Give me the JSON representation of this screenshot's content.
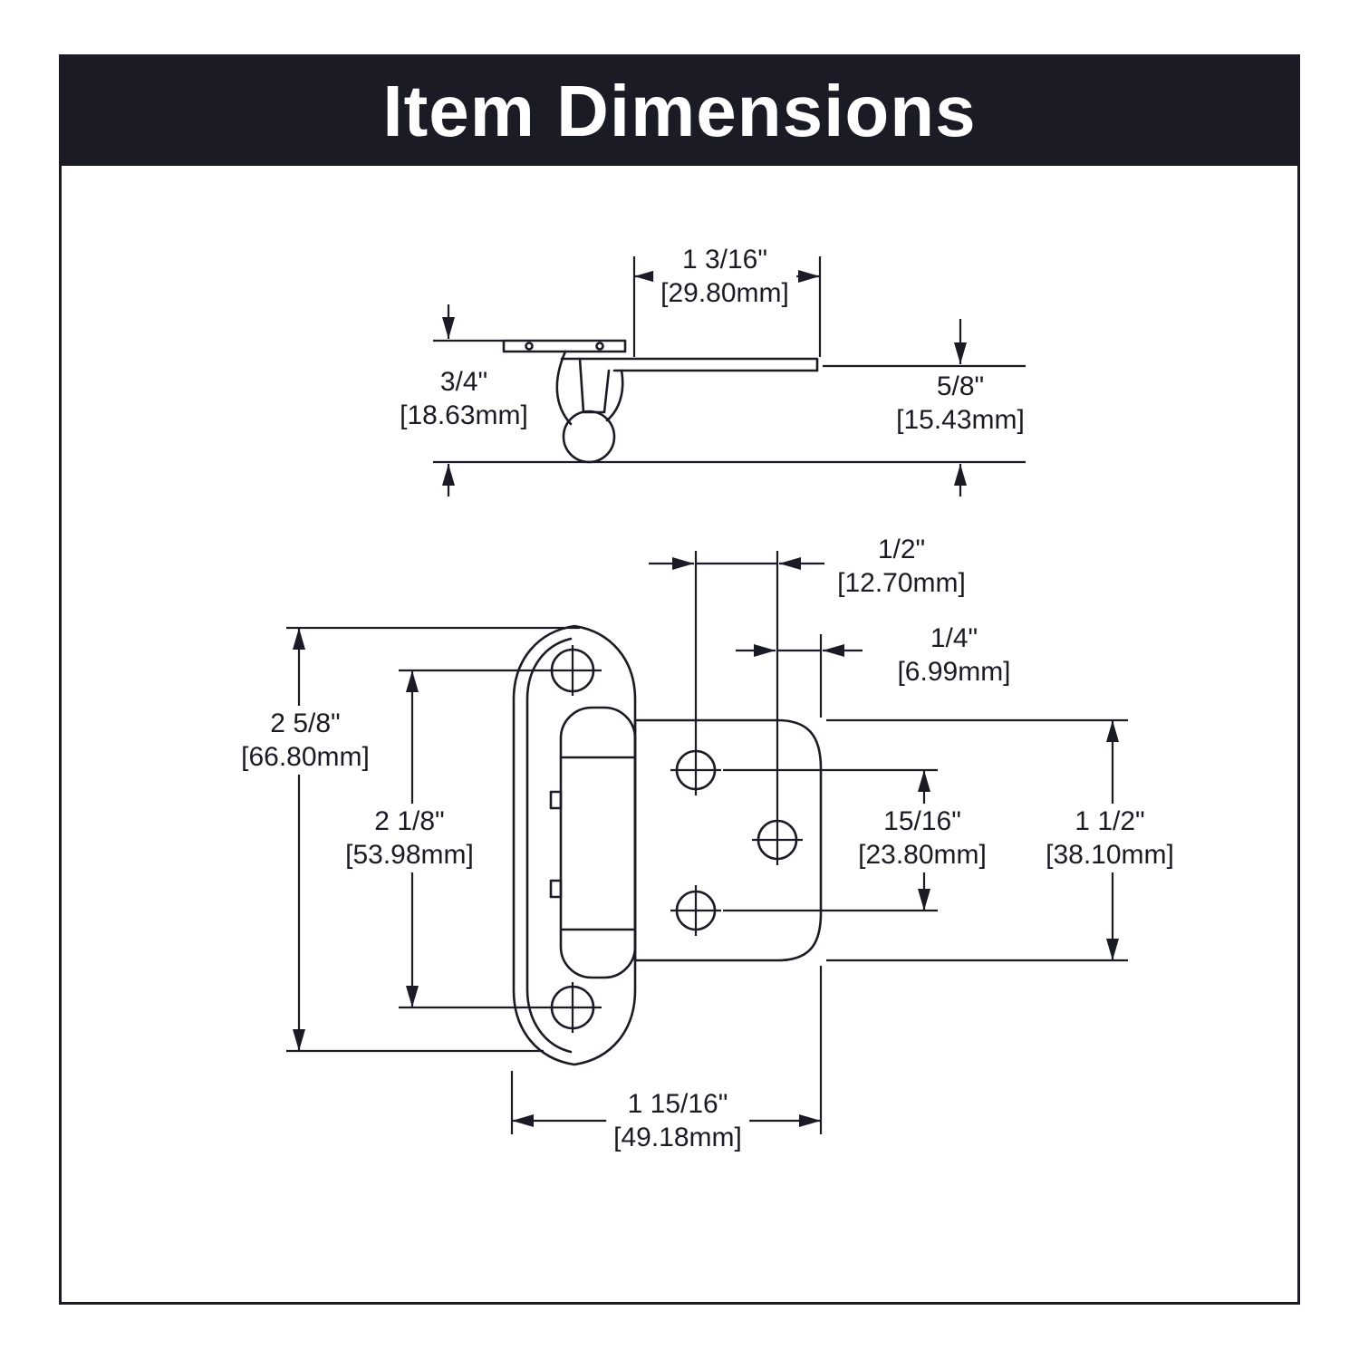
{
  "header": {
    "title": "Item Dimensions"
  },
  "colors": {
    "banner_bg": "#1b1b25",
    "line": "#1b1b25",
    "page_bg": "#ffffff"
  },
  "diagram": {
    "type": "hinge-dimension-drawing",
    "views": [
      "side-profile",
      "front-face"
    ]
  },
  "views": {
    "side": {
      "arm_length": {
        "in": "1 3/16\"",
        "mm": "[29.80mm]"
      },
      "cup_height": {
        "in": "3/4\"",
        "mm": "[18.63mm]"
      },
      "arm_height": {
        "in": "5/8\"",
        "mm": "[15.43mm]"
      }
    },
    "front": {
      "hole_offset": {
        "in": "1/2\"",
        "mm": "[12.70mm]"
      },
      "edge_offset": {
        "in": "1/4\"",
        "mm": "[6.99mm]"
      },
      "flange_height": {
        "in": "2 5/8\"",
        "mm": "[66.80mm]"
      },
      "flange_hole_spacing": {
        "in": "2 1/8\"",
        "mm": "[53.98mm]"
      },
      "plate_hole_spacing": {
        "in": "15/16\"",
        "mm": "[23.80mm]"
      },
      "plate_height": {
        "in": "1 1/2\"",
        "mm": "[38.10mm]"
      },
      "overall_width": {
        "in": "1 15/16\"",
        "mm": "[49.18mm]"
      }
    }
  }
}
